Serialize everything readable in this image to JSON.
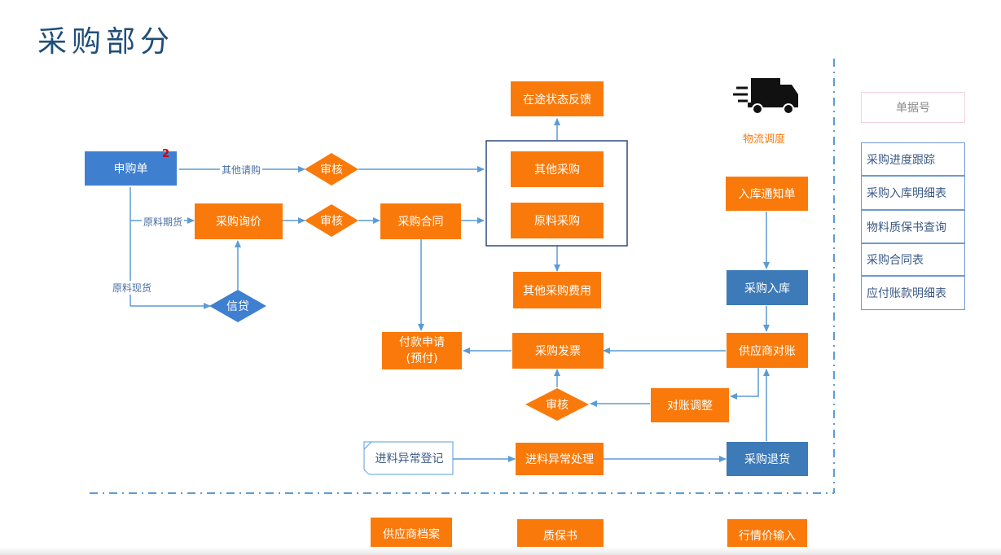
{
  "page": {
    "title": "采购部分"
  },
  "marker": "2",
  "nodes": {
    "purchase_request": "申购单",
    "review_1": "审核",
    "review_2": "审核",
    "review_3": "审核",
    "purchase_inquiry": "采购询价",
    "credit": "信贷",
    "purchase_contract": "采购合同",
    "other_purchase": "其他采购",
    "raw_material_purchase": "原料采购",
    "in_transit_feedback": "在途状态反馈",
    "other_purchase_cost": "其他采购费用",
    "payment_request_line1": "付款申请",
    "payment_request_line2": "(预付)",
    "purchase_invoice": "采购发票",
    "supplier_reconciliation": "供应商对账",
    "reconciliation_adjustment": "对账调整",
    "warehouse_notice": "入库通知单",
    "purchase_receipt": "采购入库",
    "logistics": "物流调度",
    "incoming_exception_register": "进料异常登记",
    "incoming_exception_handling": "进料异常处理",
    "purchase_return": "采购退货",
    "supplier_archive": "供应商档案",
    "warranty": "质保书",
    "market_price_input": "行情价输入"
  },
  "edge_labels": {
    "other_request": "其他请购",
    "raw_futures": "原料期货",
    "raw_spot": "原料现货"
  },
  "side_panel": {
    "doc_number": "单据号",
    "reports": [
      "采购进度跟踪",
      "采购入库明细表",
      "物料质保书查询",
      "采购合同表",
      "应付账款明细表"
    ]
  },
  "colors": {
    "orange": "#f97a0a",
    "blue": "#3f7fd0",
    "arrow": "#5b9bd5",
    "title": "#1f4e79",
    "panel_border": "#6f9ad0"
  },
  "icons": {
    "logistics": "truck-icon"
  }
}
